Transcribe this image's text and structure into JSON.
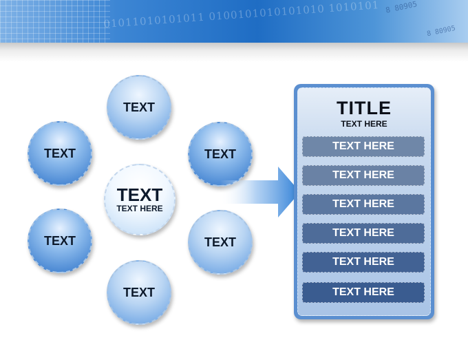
{
  "header_art": {
    "binary": "01011010101011 0100101010101010 1010101",
    "code_1": "8 80905",
    "code_2": "8 80905"
  },
  "circles": [
    {
      "label": "TEXT"
    },
    {
      "label": "TEXT"
    },
    {
      "label": "TEXT"
    },
    {
      "label": "TEXT"
    },
    {
      "label": "TEXT"
    },
    {
      "label": "TEXT"
    }
  ],
  "center": {
    "title": "TEXT",
    "subtitle": "TEXT HERE"
  },
  "panel": {
    "title": "TITLE",
    "subtitle": "TEXT HERE",
    "items": [
      {
        "label": "TEXT HERE",
        "color": "#6f87a8"
      },
      {
        "label": "TEXT HERE",
        "color": "#6a82a5"
      },
      {
        "label": "TEXT HERE",
        "color": "#5b77a0"
      },
      {
        "label": "TEXT HERE",
        "color": "#4e6c99"
      },
      {
        "label": "TEXT HERE",
        "color": "#426294"
      },
      {
        "label": "TEXT HERE",
        "color": "#3a5c90"
      }
    ]
  },
  "colors": {
    "panel_frame": "#5b8fd0",
    "arrow": "#2f7fd6"
  }
}
